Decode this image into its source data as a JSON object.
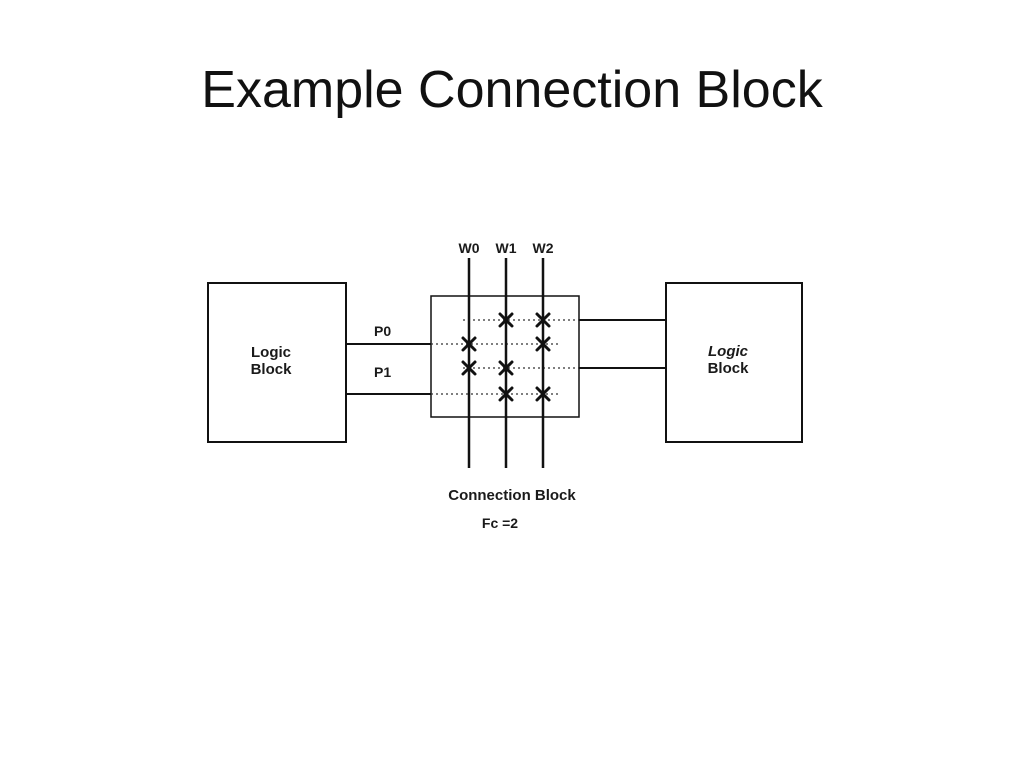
{
  "slide": {
    "title": "Example Connection Block"
  },
  "diagram": {
    "wires": [
      "W0",
      "W1",
      "W2"
    ],
    "pins": [
      "P0",
      "P1"
    ],
    "left_block": {
      "line1": "Logic",
      "line2": "Block"
    },
    "right_block": {
      "line1": "Logic",
      "line2": "Block"
    },
    "caption": "Connection Block",
    "fc_label": "Fc =2",
    "colors": {
      "stroke": "#111111",
      "background": "#ffffff"
    }
  }
}
